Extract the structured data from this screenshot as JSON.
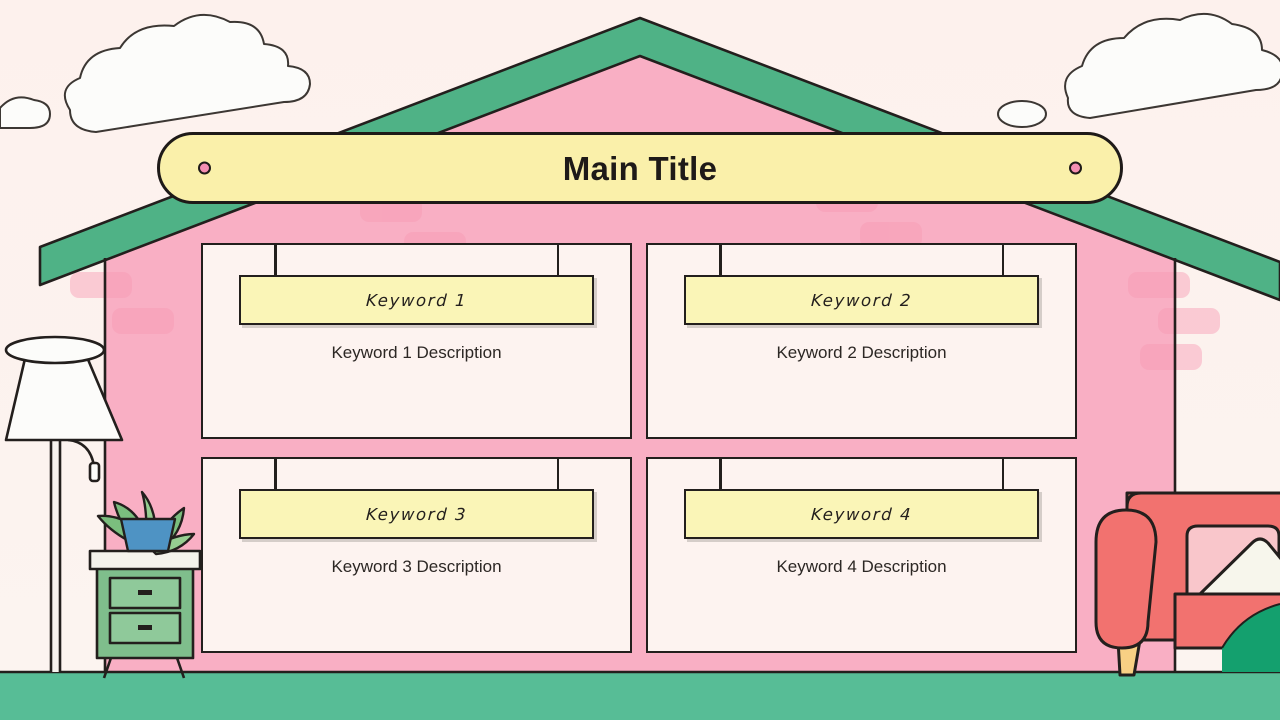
{
  "scene": {
    "name": "house-infographic",
    "colors": {
      "sky": "#FDF3F0",
      "wall_pink": "#F9AFC4",
      "roof_green": "#4FB286",
      "floor_green": "#57BD96",
      "banner_yellow": "#FAF0AA",
      "sign_yellow": "#FAF5B7",
      "card_cream": "#FDF3F0",
      "outline": "#231F1D",
      "pin_pink": "#F58FB2",
      "sofa_red": "#F2726F",
      "cushion_pink": "#F9C6CB",
      "cushion_cream": "#F7F6EC",
      "plant_green": "#7BBE7E",
      "pot_blue": "#4E93C4",
      "nightstand_green": "#7FBE8C",
      "lamp_white": "#FCFCFA",
      "cloud_white": "#FCFCFA"
    }
  },
  "header": {
    "title": "Main Title",
    "pin_left": "pin",
    "pin_right": "pin"
  },
  "cards": [
    {
      "keyword": "Keyword 1",
      "description": "Keyword 1 Description"
    },
    {
      "keyword": "Keyword 2",
      "description": "Keyword 2 Description"
    },
    {
      "keyword": "Keyword 3",
      "description": "Keyword 3 Description"
    },
    {
      "keyword": "Keyword 4",
      "description": "Keyword 4 Description"
    }
  ],
  "decorations": [
    {
      "name": "cloud-left-large"
    },
    {
      "name": "cloud-left-small"
    },
    {
      "name": "cloud-right-large"
    },
    {
      "name": "cloud-right-small"
    },
    {
      "name": "floor-lamp"
    },
    {
      "name": "nightstand"
    },
    {
      "name": "potted-plant"
    },
    {
      "name": "sofa"
    },
    {
      "name": "roof"
    },
    {
      "name": "floor"
    }
  ]
}
